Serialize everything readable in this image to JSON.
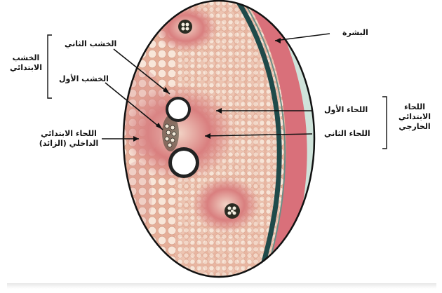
{
  "labels": {
    "epidermis": "البشرة",
    "secondary_xylem": "الخشب الثاني",
    "primary_xylem_group": "الخشب الابتدائي",
    "protoxylem": "الخشب الأول",
    "inner_primary_phloem": "اللحاء الابتدائي الداخلي (الزائد)",
    "protophloem": "اللحاء الأول",
    "metaphloem": "اللحاء الثاني",
    "outer_primary_phloem": "اللحاء الابتدائي الخارجي"
  },
  "colors": {
    "tissue": "#f0cbb6",
    "pink": "#d98b8b",
    "epidermis_band": "#1f4a4a",
    "outline": "#111111",
    "cortex_outer": "#c95c6a"
  }
}
